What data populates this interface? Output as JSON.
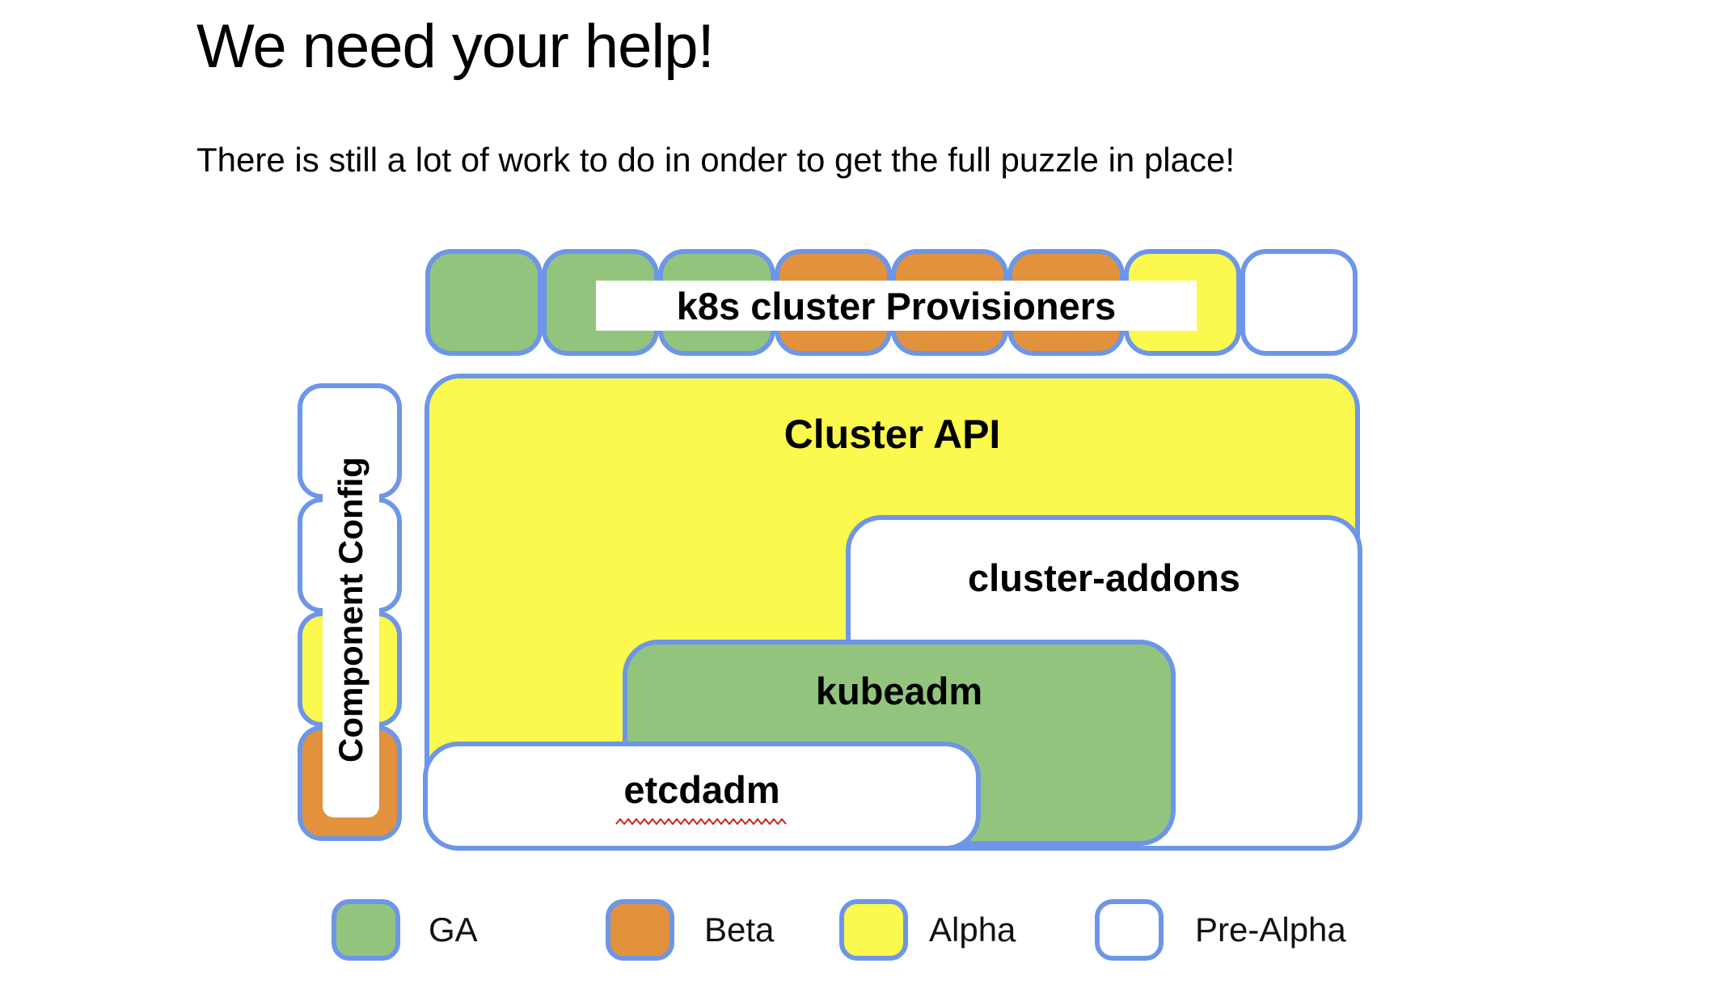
{
  "slide": {
    "title": "We need your help!",
    "subtitle": "There is still a lot of work to do in onder to get the full puzzle in place!"
  },
  "diagram": {
    "provisioners": {
      "label": "k8s cluster Provisioners",
      "squares": [
        "ga",
        "ga",
        "ga",
        "beta",
        "beta",
        "beta",
        "alpha",
        "pre-alpha"
      ]
    },
    "component_config": {
      "label": "Component Config",
      "squares": [
        "pre-alpha",
        "pre-alpha",
        "alpha",
        "beta"
      ]
    },
    "boxes": {
      "cluster_api": {
        "label": "Cluster API",
        "status": "alpha"
      },
      "cluster_addons": {
        "label": "cluster-addons",
        "status": "pre-alpha"
      },
      "kubeadm": {
        "label": "kubeadm",
        "status": "ga"
      },
      "etcdadm": {
        "label": "etcdadm",
        "status": "pre-alpha",
        "spellcheck_underline": true
      }
    }
  },
  "legend": {
    "items": [
      {
        "label": "GA",
        "status": "ga",
        "color": "#93c47d"
      },
      {
        "label": "Beta",
        "status": "beta",
        "color": "#e2913c"
      },
      {
        "label": "Alpha",
        "status": "alpha",
        "color": "#fbf84e"
      },
      {
        "label": "Pre-Alpha",
        "status": "pre-alpha",
        "color": "#ffffff"
      }
    ]
  },
  "colors": {
    "border_blue": "#6d96e8",
    "ga_green": "#93c47d",
    "beta_orange": "#e2913c",
    "alpha_yellow": "#fbf84e",
    "pre_alpha_white": "#ffffff",
    "spellcheck_red": "#c5221f",
    "text_black": "#000000"
  }
}
